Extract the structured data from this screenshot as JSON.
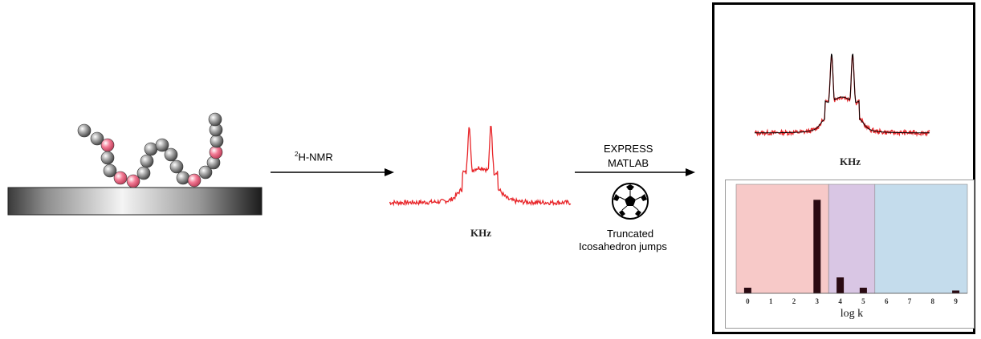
{
  "step1": {
    "arrow_label_sup": "2",
    "arrow_label_text": "H-NMR"
  },
  "spectrum_center": {
    "xlabel": "KHz"
  },
  "step2": {
    "line1": "EXPRESS",
    "line2": "MATLAB",
    "model_line1": "Truncated",
    "model_line2": "Icosahedron jumps"
  },
  "result_panel": {
    "spectrum_xlabel": "KHz"
  },
  "colors": {
    "spectrum": "#e8262a",
    "fit": "#000000",
    "region_1": "#f7c9c8",
    "region_2": "#d9c6e4",
    "region_3": "#c4dcec",
    "bead_gray": "#8a8a8a",
    "bead_pink": "#f2718b",
    "bar": "#2a0a12"
  },
  "chart_data": {
    "type": "bar",
    "xlabel": "log k",
    "ylabel": "",
    "categories": [
      "0",
      "1",
      "2",
      "3",
      "4",
      "5",
      "6",
      "7",
      "8",
      "9"
    ],
    "x": [
      0,
      3,
      4,
      5,
      9
    ],
    "values": [
      0.06,
      1.0,
      0.17,
      0.06,
      0.03
    ],
    "xlim": [
      -0.5,
      9.5
    ],
    "ylim": [
      0,
      1.08
    ],
    "regions": [
      {
        "from": -0.5,
        "to": 3.5,
        "color": "#f7c9c8"
      },
      {
        "from": 3.5,
        "to": 5.5,
        "color": "#d9c6e4"
      },
      {
        "from": 5.5,
        "to": 9.5,
        "color": "#c4dcec"
      }
    ]
  }
}
